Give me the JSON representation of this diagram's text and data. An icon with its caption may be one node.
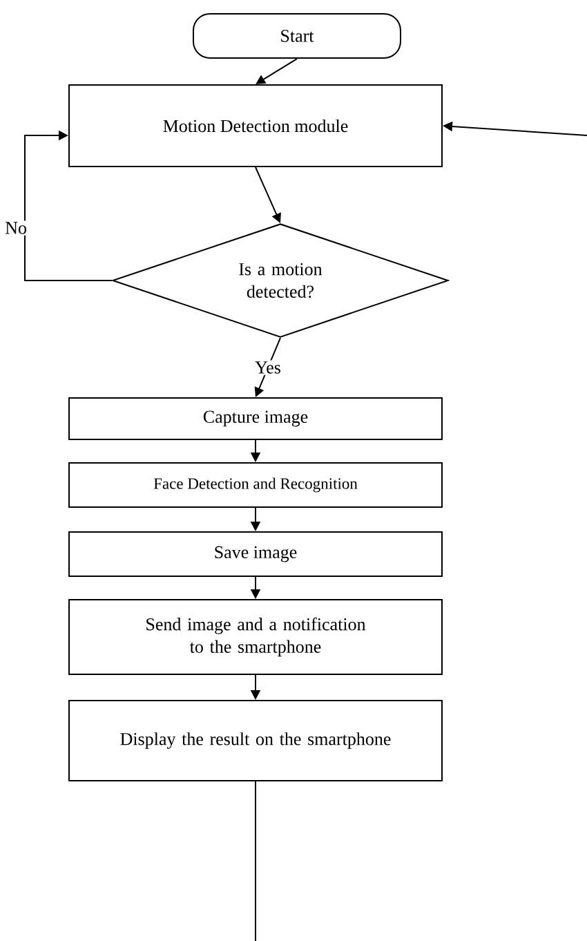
{
  "diagram": {
    "nodes": [
      {
        "text": [
          "Start"
        ]
      },
      {
        "text": [
          "Motion Detection module"
        ]
      },
      {
        "text": [
          "Is a motion detected?"
        ]
      },
      {
        "text": [
          "Capture image"
        ]
      },
      {
        "text": [
          "Face Detection and Recognition"
        ]
      },
      {
        "text": [
          "Save image"
        ]
      },
      {
        "text": [
          "Send image and a notification to the smartphone"
        ]
      },
      {
        "text": [
          "Display the result on the smartphone"
        ]
      }
    ],
    "edges": [
      {
        "from": 0,
        "to": 1,
        "arrow": "to"
      },
      {
        "from": 1,
        "to": 2,
        "arrow": "to"
      },
      {
        "from": 2,
        "to": 1,
        "arrow": "to",
        "label": "No"
      },
      {
        "from": 2,
        "to": 3,
        "arrow": "to",
        "label": "Yes"
      },
      {
        "from": 3,
        "to": 4,
        "arrow": "to"
      },
      {
        "from": 4,
        "to": 5,
        "arrow": "to"
      },
      {
        "from": 5,
        "to": 6,
        "arrow": "to"
      },
      {
        "from": 6,
        "to": 7,
        "arrow": "to"
      },
      {
        "from": 7,
        "to": null,
        "arrow": "none"
      },
      {
        "from": null,
        "to": 1,
        "arrow": "to"
      }
    ]
  }
}
